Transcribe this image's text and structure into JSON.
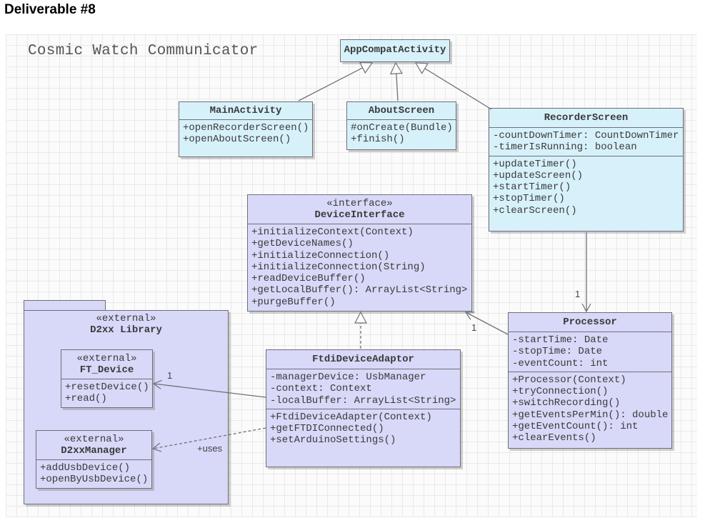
{
  "heading": "Deliverable #8",
  "diagram_title": "Cosmic Watch Communicator",
  "classes": {
    "appcompat": {
      "name": "AppCompatActivity"
    },
    "main_activity": {
      "name": "MainActivity",
      "methods": "+openRecorderScreen()\n+openAboutScreen()"
    },
    "about_screen": {
      "name": "AboutScreen",
      "methods": "#onCreate(Bundle)\n+finish()"
    },
    "recorder_screen": {
      "name": "RecorderScreen",
      "fields": "-countDownTimer: CountDownTimer\n-timerIsRunning: boolean",
      "methods": "+updateTimer()\n+updateScreen()\n+startTimer()\n+stopTimer()\n+clearScreen()"
    },
    "device_interface": {
      "stereotype": "«interface»",
      "name": "DeviceInterface",
      "methods": "+initializeContext(Context)\n+getDeviceNames()\n+initializeConnection()\n+initializeConnection(String)\n+readDeviceBuffer()\n+getLocalBuffer(): ArrayList<String>\n+purgeBuffer()"
    },
    "processor": {
      "name": "Processor",
      "fields": "-startTime: Date\n-stopTime: Date\n-eventCount: int",
      "methods": "+Processor(Context)\n+tryConnection()\n+switchRecording()\n+getEventsPerMin(): double\n+getEventCount(): int\n+clearEvents()"
    },
    "ftdi_adaptor": {
      "name": "FtdiDeviceAdaptor",
      "fields": "-managerDevice: UsbManager\n-context: Context\n-localBuffer: ArrayList<String>",
      "methods": "+FtdiDeviceAdapter(Context)\n+getFTDIConnected()\n+setArduinoSettings()"
    },
    "ft_device": {
      "stereotype": "«external»",
      "name": "FT_Device",
      "methods": "+resetDevice()\n+read()"
    },
    "d2xx_manager": {
      "stereotype": "«external»",
      "name": "D2xxManager",
      "methods": "+addUsbDevice()\n+openByUsbDevice()"
    }
  },
  "package": {
    "stereotype": "«external»",
    "name": "D2xx Library"
  },
  "edge_labels": {
    "recorder_processor": "1",
    "processor_interface": "1",
    "ftdi_ftdevice": "1",
    "uses": "+uses"
  },
  "colors": {
    "class_blue": "#d7f1fa",
    "class_violet": "#d8d8f8",
    "stroke": "#6f6f78",
    "grid": "#e9e9e9"
  }
}
